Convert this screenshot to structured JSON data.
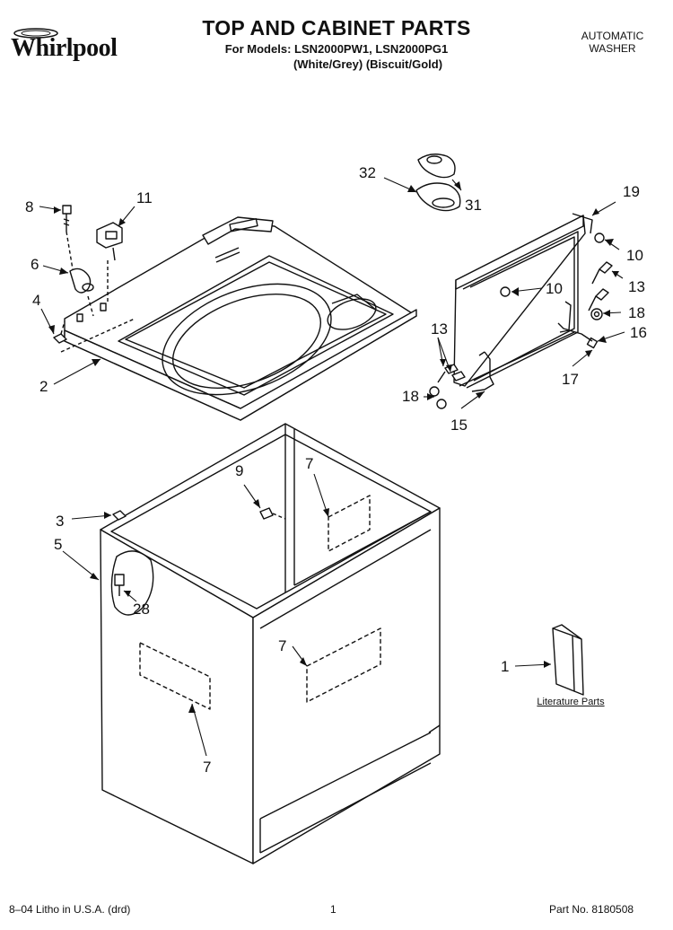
{
  "brand": {
    "name": "Whirlpool"
  },
  "header": {
    "title": "TOP AND CABINET PARTS",
    "models_line": "For Models: LSN2000PW1, LSN2000PG1",
    "colors_line": "(White/Grey) (Biscuit/Gold)",
    "appliance_line1": "AUTOMATIC",
    "appliance_line2": "WASHER"
  },
  "callouts": {
    "c32": "32",
    "c31": "31",
    "c19": "19",
    "c10a": "10",
    "c10b": "10",
    "c13a": "13",
    "c13b": "13",
    "c18a": "18",
    "c18b": "18",
    "c16": "16",
    "c17": "17",
    "c15": "15",
    "c8": "8",
    "c11": "11",
    "c6": "6",
    "c4": "4",
    "c2": "2",
    "c9": "9",
    "c7a": "7",
    "c7b": "7",
    "c7c": "7",
    "c3": "3",
    "c5": "5",
    "c28": "28",
    "c1": "1"
  },
  "literature": {
    "label": "Literature Parts"
  },
  "footer": {
    "litho": "8–04 Litho in U.S.A. (drd)",
    "page": "1",
    "part_no": "Part No. 8180508"
  }
}
